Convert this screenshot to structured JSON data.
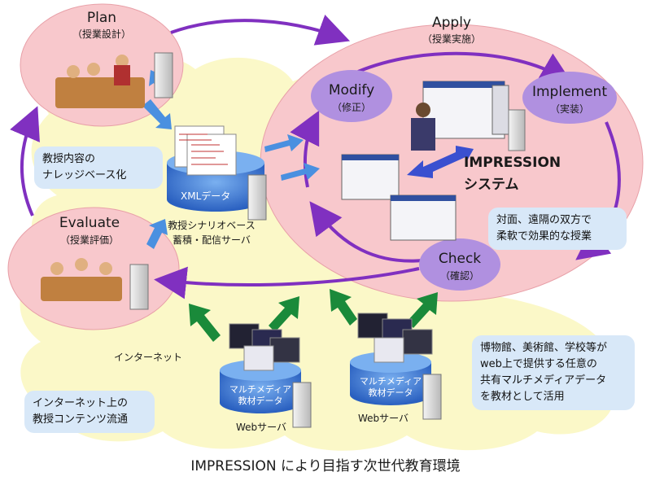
{
  "plan": {
    "title": "Plan",
    "sub": "（授業設計）"
  },
  "apply": {
    "title": "Apply",
    "sub": "（授業実施）"
  },
  "modify": {
    "title": "Modify",
    "sub": "（修正）"
  },
  "implement": {
    "title": "Implement",
    "sub": "（実装）"
  },
  "check": {
    "title": "Check",
    "sub": "（確認）"
  },
  "evaluate": {
    "title": "Evaluate",
    "sub": "（授業評価）"
  },
  "system": {
    "line1": "IMPRESSION",
    "line2": "システム"
  },
  "db_label": "XMLデータ",
  "server_caption": {
    "line1": "教授シナリオベース",
    "line2": "蓄積・配信サーバ"
  },
  "callout_knowledge": {
    "line1": "教授内容の",
    "line2": "ナレッジベース化"
  },
  "callout_flexible": {
    "line1": "対面、遠隔の双方で",
    "line2": "柔軟で効果的な授業"
  },
  "callout_distribution": {
    "line1": "インターネット上の",
    "line2": "教授コンテンツ流通"
  },
  "callout_museum": {
    "line1": "博物館、美術館、学校等が",
    "line2": "web上で提供する任意の",
    "line3": "共有マルチメディアデータ",
    "line4": "を教材として活用"
  },
  "internet_label": "インターネット",
  "mm_db1": {
    "line1": "マルチメディア",
    "line2": "教材データ"
  },
  "mm_db2": {
    "line1": "マルチメディア",
    "line2": "教材データ"
  },
  "web_server1": "Webサーバ",
  "web_server2": "Webサーバ",
  "caption": "IMPRESSION により目指す次世代教育環境",
  "colors": {
    "pink": "#f8c8cc",
    "pinkEdge": "#e8a0a8",
    "purple": "#b090e0",
    "purpleDark": "#8030c0",
    "cloud": "#fbf8c8",
    "calloutBlue": "#d8e8f8",
    "arrowBlue": "#4a90e0",
    "arrowGreen": "#1a8a3a",
    "dbBlue": "#3a7ad8"
  }
}
